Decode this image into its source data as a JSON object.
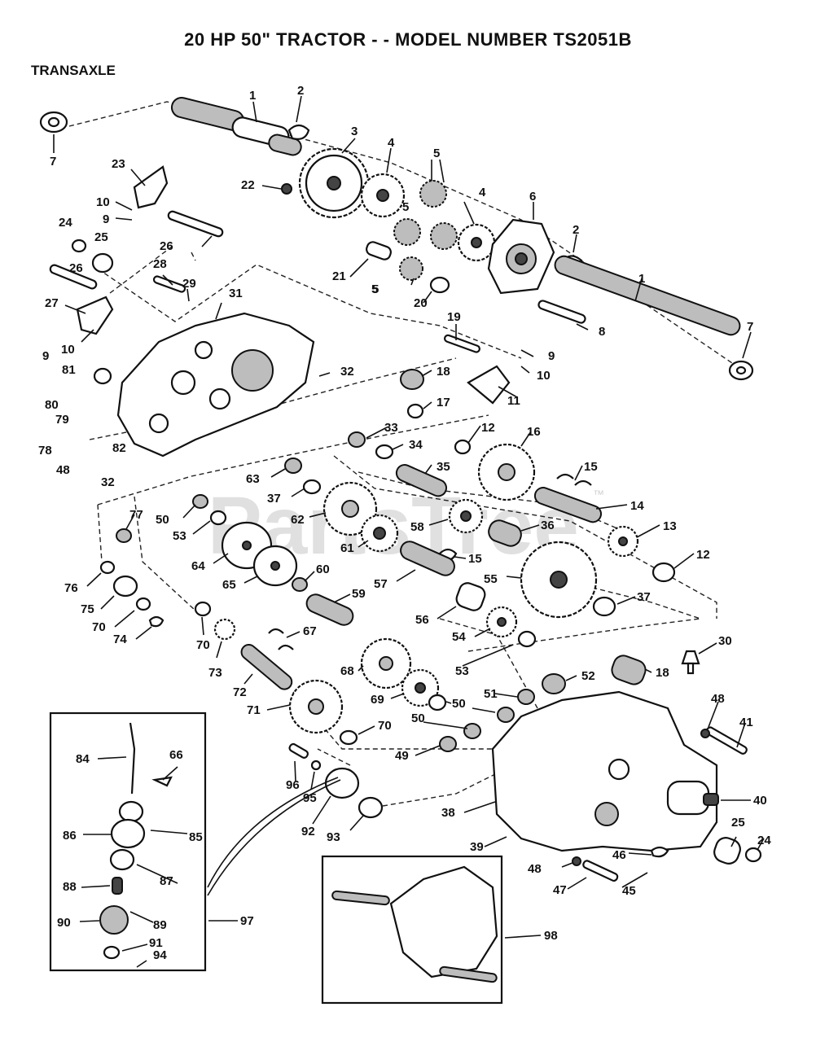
{
  "header": {
    "title": "20 HP 50\" TRACTOR - - MODEL NUMBER TS2051B",
    "section": "TRANSAXLE"
  },
  "watermark": {
    "text": "PartsTree",
    "tm": "™"
  },
  "callouts": [
    {
      "label": "1"
    },
    {
      "label": "2"
    },
    {
      "label": "3"
    },
    {
      "label": "4"
    },
    {
      "label": "5"
    },
    {
      "label": "5"
    },
    {
      "label": "7"
    },
    {
      "label": "22"
    },
    {
      "label": "23"
    },
    {
      "label": "10"
    },
    {
      "label": "9"
    },
    {
      "label": "24"
    },
    {
      "label": "25"
    },
    {
      "label": "26"
    },
    {
      "label": "26"
    },
    {
      "label": "28"
    },
    {
      "label": "29"
    },
    {
      "label": "27"
    },
    {
      "label": "31"
    },
    {
      "label": "9"
    },
    {
      "label": "10"
    },
    {
      "label": "81"
    },
    {
      "label": "80"
    },
    {
      "label": "79"
    },
    {
      "label": "78"
    },
    {
      "label": "82"
    },
    {
      "label": "48"
    },
    {
      "label": "32"
    },
    {
      "label": "32"
    },
    {
      "label": "4"
    },
    {
      "label": "5"
    },
    {
      "label": "6"
    },
    {
      "label": "2"
    },
    {
      "label": "21"
    },
    {
      "label": "5"
    },
    {
      "label": "20"
    },
    {
      "label": "1"
    },
    {
      "label": "8"
    },
    {
      "label": "7"
    },
    {
      "label": "19"
    },
    {
      "label": "9"
    },
    {
      "label": "10"
    },
    {
      "label": "18"
    },
    {
      "label": "11"
    },
    {
      "label": "17"
    },
    {
      "label": "33"
    },
    {
      "label": "34"
    },
    {
      "label": "12"
    },
    {
      "label": "16"
    },
    {
      "label": "35"
    },
    {
      "label": "15"
    },
    {
      "label": "63"
    },
    {
      "label": "37"
    },
    {
      "label": "14"
    },
    {
      "label": "77"
    },
    {
      "label": "50"
    },
    {
      "label": "53"
    },
    {
      "label": "62"
    },
    {
      "label": "58"
    },
    {
      "label": "36"
    },
    {
      "label": "13"
    },
    {
      "label": "64"
    },
    {
      "label": "61"
    },
    {
      "label": "15"
    },
    {
      "label": "12"
    },
    {
      "label": "65"
    },
    {
      "label": "60"
    },
    {
      "label": "57"
    },
    {
      "label": "55"
    },
    {
      "label": "76"
    },
    {
      "label": "75"
    },
    {
      "label": "59"
    },
    {
      "label": "37"
    },
    {
      "label": "70"
    },
    {
      "label": "74"
    },
    {
      "label": "56"
    },
    {
      "label": "54"
    },
    {
      "label": "67"
    },
    {
      "label": "70"
    },
    {
      "label": "73"
    },
    {
      "label": "30"
    },
    {
      "label": "18"
    },
    {
      "label": "53"
    },
    {
      "label": "68"
    },
    {
      "label": "52"
    },
    {
      "label": "72"
    },
    {
      "label": "69"
    },
    {
      "label": "51"
    },
    {
      "label": "50"
    },
    {
      "label": "71"
    },
    {
      "label": "50"
    },
    {
      "label": "48"
    },
    {
      "label": "41"
    },
    {
      "label": "70"
    },
    {
      "label": "49"
    },
    {
      "label": "84"
    },
    {
      "label": "66"
    },
    {
      "label": "96"
    },
    {
      "label": "95"
    },
    {
      "label": "40"
    },
    {
      "label": "92"
    },
    {
      "label": "93"
    },
    {
      "label": "38"
    },
    {
      "label": "86"
    },
    {
      "label": "85"
    },
    {
      "label": "25"
    },
    {
      "label": "24"
    },
    {
      "label": "39"
    },
    {
      "label": "46"
    },
    {
      "label": "87"
    },
    {
      "label": "48"
    },
    {
      "label": "47"
    },
    {
      "label": "45"
    },
    {
      "label": "88"
    },
    {
      "label": "97"
    },
    {
      "label": "98"
    },
    {
      "label": "90"
    },
    {
      "label": "89"
    },
    {
      "label": "91"
    },
    {
      "label": "94"
    }
  ]
}
